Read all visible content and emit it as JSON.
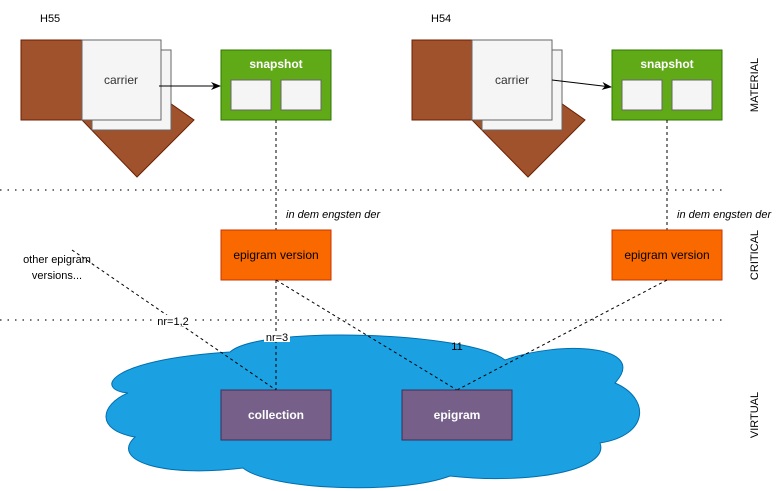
{
  "layers": {
    "material": "MATERIAL",
    "critical": "CRITICAL",
    "virtual": "VIRTUAL"
  },
  "manuscripts": [
    {
      "id_label": "H55",
      "carrier_label": "carrier",
      "snapshot_label": "snapshot",
      "link_label": "in dem engsten der",
      "version_label": "epigram version"
    },
    {
      "id_label": "H54",
      "carrier_label": "carrier",
      "snapshot_label": "snapshot",
      "link_label": "in dem engsten der",
      "version_label": "epigram version"
    }
  ],
  "other_versions": {
    "line1": "other epigram",
    "line2": "versions..."
  },
  "edge_labels": {
    "nr_other": "nr=1,2",
    "nr_h55": "nr=3",
    "epigram_number": "11"
  },
  "virtual_nodes": {
    "collection": "collection",
    "epigram": "epigram"
  },
  "colors": {
    "brown": "#A0522D",
    "brown_stroke": "#6D1F00",
    "carrier_fill": "#F5F5F5",
    "carrier_stroke": "#666666",
    "snapshot_fill": "#60A917",
    "snapshot_stroke": "#2D7600",
    "version_fill": "#FA6800",
    "version_stroke": "#C73500",
    "virtual_fill": "#76608A",
    "virtual_stroke": "#432D57",
    "cloud_fill": "#1BA1E2",
    "cloud_stroke": "#006EAF"
  }
}
